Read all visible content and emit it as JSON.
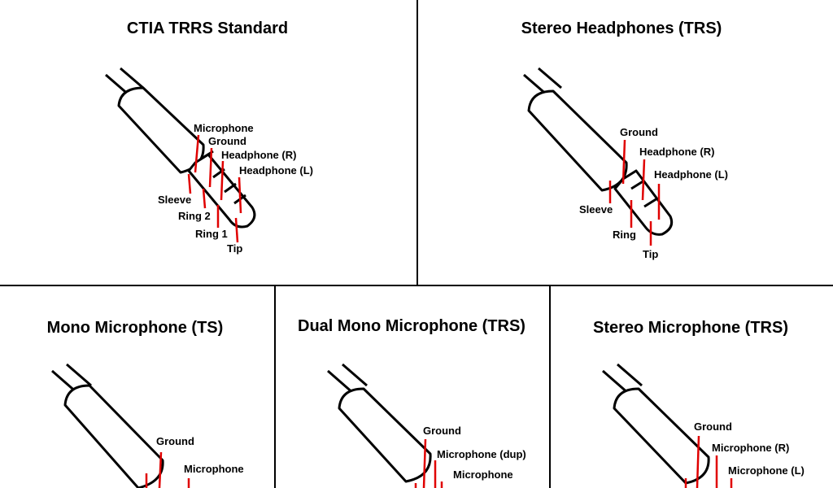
{
  "ctia": {
    "title": "CTIA TRRS Standard",
    "labels": {
      "microphone": "Microphone",
      "ground": "Ground",
      "headphone_r": "Headphone (R)",
      "headphone_l": "Headphone (L)",
      "sleeve": "Sleeve",
      "ring2": "Ring 2",
      "ring1": "Ring 1",
      "tip": "Tip"
    }
  },
  "stereo_headphones": {
    "title": "Stereo Headphones (TRS)",
    "labels": {
      "ground": "Ground",
      "headphone_r": "Headphone (R)",
      "headphone_l": "Headphone (L)",
      "sleeve": "Sleeve",
      "ring": "Ring",
      "tip": "Tip"
    }
  },
  "mono_mic": {
    "title": "Mono Microphone (TS)",
    "labels": {
      "ground": "Ground",
      "microphone": "Microphone"
    }
  },
  "dual_mono_mic": {
    "title": "Dual Mono Microphone (TRS)",
    "labels": {
      "ground": "Ground",
      "microphone_dup": "Microphone (dup)",
      "microphone": "Microphone"
    }
  },
  "stereo_mic": {
    "title": "Stereo Microphone (TRS)",
    "labels": {
      "ground": "Ground",
      "microphone_r": "Microphone (R)",
      "microphone_l": "Microphone (L)"
    }
  },
  "colors": {
    "pointer": "#e00000",
    "outline": "#000000"
  }
}
